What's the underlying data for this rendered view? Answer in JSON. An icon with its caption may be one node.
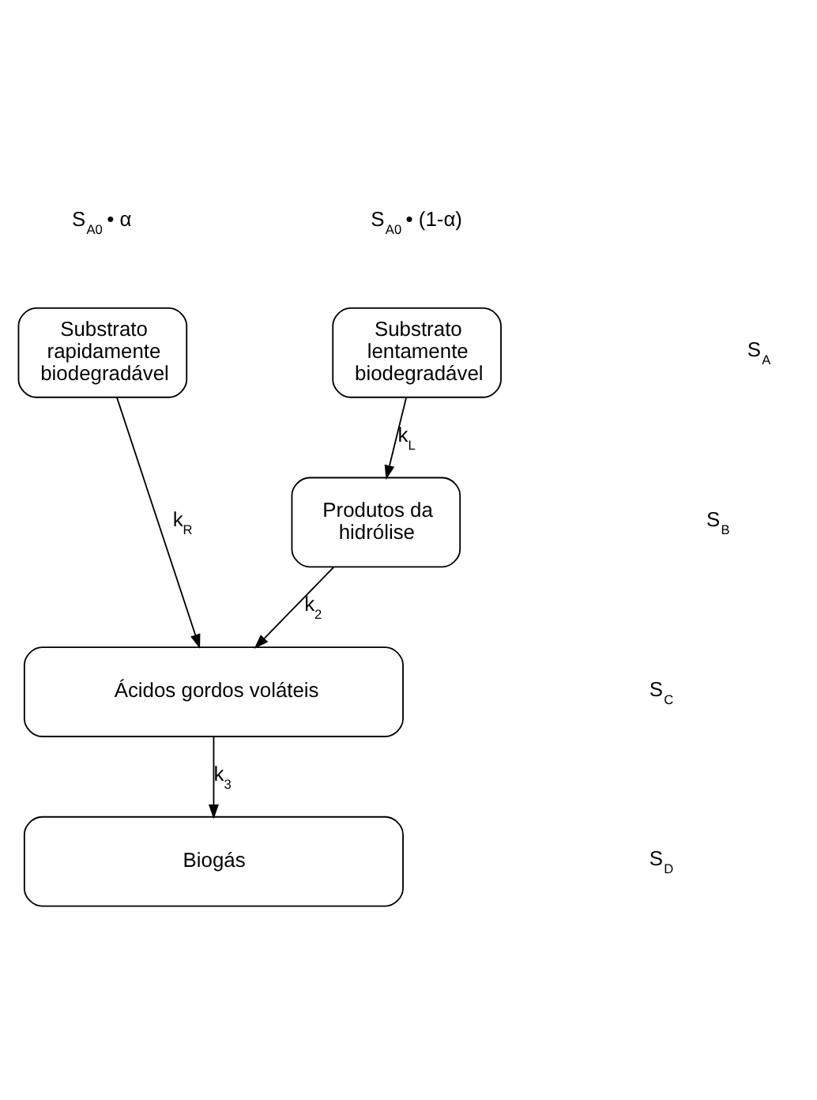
{
  "diagram": {
    "nodes": [
      {
        "text": [
          "Substrato rapidamente biodegradável"
        ],
        "beside": [
          "S$_{A0}$ • α"
        ]
      },
      {
        "text": [
          "Substrato lentamente biodegradável"
        ],
        "beside": [
          "S$_{A0}$ • (1-α)"
        ]
      },
      {
        "text": [
          "Produtos da hidrólise"
        ]
      },
      {
        "text": [
          "Ácidos gordos voláteis"
        ]
      },
      {
        "text": [
          "Biogás"
        ]
      }
    ],
    "edges": [
      {
        "from": 0,
        "to": 3,
        "arrow": "to",
        "label": "k$_{R}$"
      },
      {
        "from": 1,
        "to": 2,
        "arrow": "to",
        "label": "k$_{L}$"
      },
      {
        "from": 2,
        "to": 3,
        "arrow": "to",
        "label": "k$_{2}$"
      },
      {
        "from": 3,
        "to": 4,
        "arrow": "to",
        "label": "k$_{3}$"
      }
    ],
    "labels": [
      "S$_{A}$",
      "S$_{B}$",
      "S$_{C}$",
      "S$_{D}$"
    ]
  }
}
